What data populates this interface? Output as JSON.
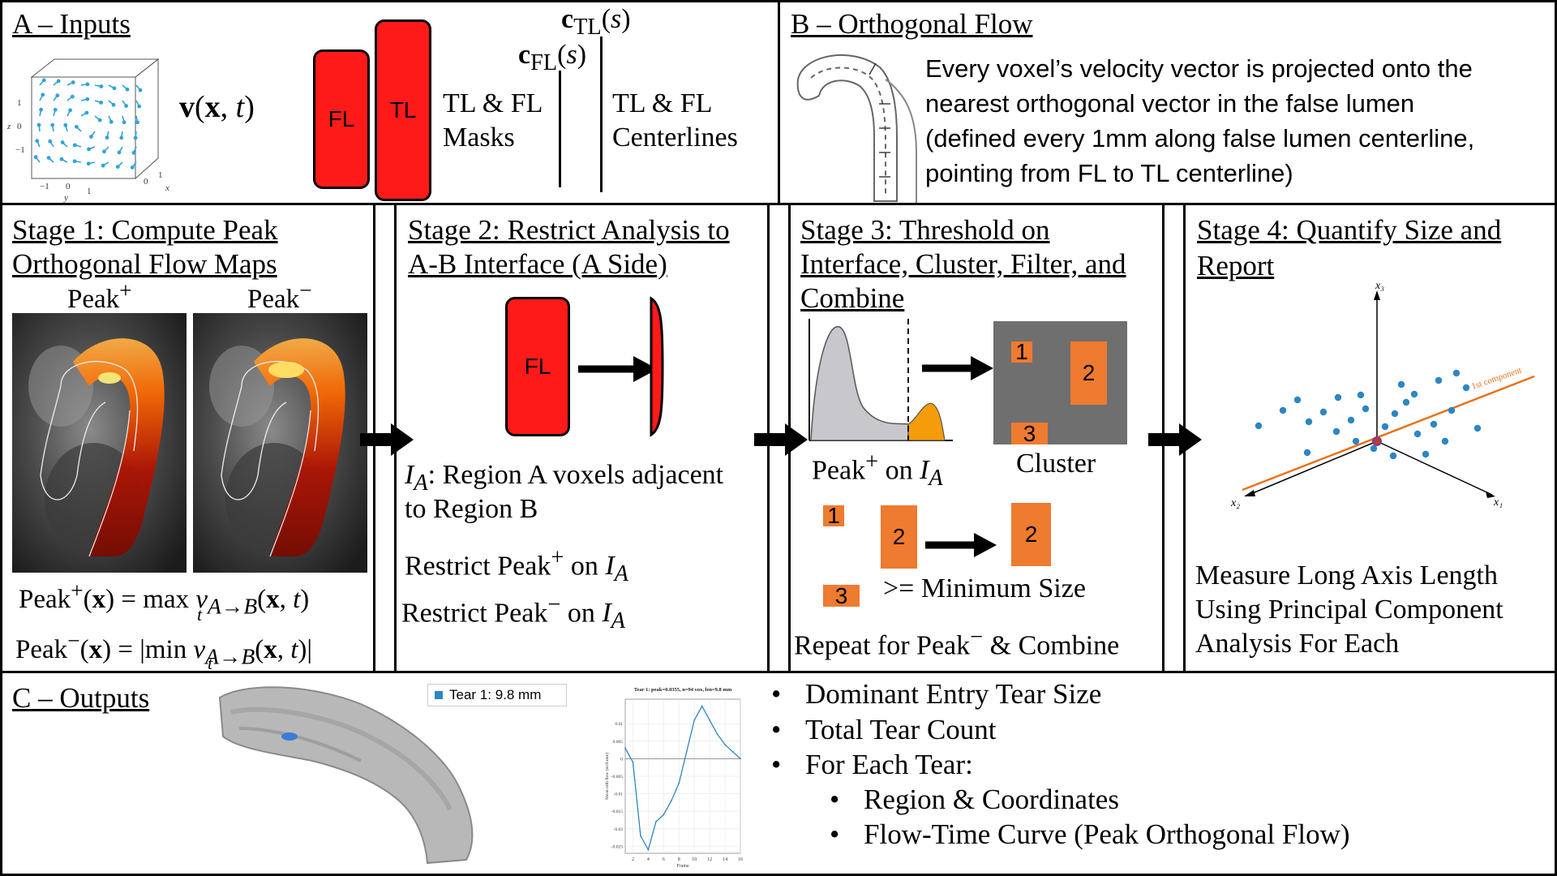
{
  "panelA": {
    "title": "A – Inputs",
    "velocity_label_html": "<b>v</b>(<b>x</b>, <i>t</i>)",
    "fl_box": "FL",
    "tl_box": "TL",
    "masks_label_1": "TL & FL",
    "masks_label_2": "Masks",
    "c_tl_html": "<b>c</b><sub>TL</sub>(<i>s</i>)",
    "c_fl_html": "<b>c</b><sub>FL</sub>(<i>s</i>)",
    "centerlines_label_1": "TL & FL",
    "centerlines_label_2": "Centerlines",
    "plot_ticks": {
      "left": [
        "1",
        "0",
        "−1"
      ],
      "bottom": [
        "−1",
        "0",
        "1"
      ],
      "bottom2": [
        "0",
        "1"
      ],
      "zlabel": "z",
      "ylabel": "y",
      "xlabel": "x"
    }
  },
  "panelB": {
    "title": "B – Orthogonal Flow",
    "lines": [
      "Every voxel’s velocity vector is projected onto the",
      "nearest orthogonal vector in the false lumen",
      "(defined every 1mm along false lumen centerline,",
      "pointing from FL to TL centerline)"
    ]
  },
  "stage1": {
    "title_1": "Stage 1: Compute Peak",
    "title_2": "Orthogonal Flow Maps",
    "peak_plus_html": "Peak<sup>+</sup>",
    "peak_minus_html": "Peak<sup>−</sup>",
    "formula_plus_html": "Peak<sup>+</sup>(<b>x</b>) = max <i>v</i><sub><i>A</i>→<i>B</i></sub>(<b>x</b>, <i>t</i>)",
    "formula_minus_html": "Peak<sup>−</sup>(<b>x</b>) = |min <i>v</i><sub><i>A</i>→<i>B</i></sub>(<b>x</b>, <i>t</i>)|",
    "formula_sub": "t"
  },
  "stage2": {
    "title_1": "Stage 2: Restrict Analysis to",
    "title_2": "A-B Interface (A Side)",
    "fl_box": "FL",
    "ia_line1_html": "<i>I<sub>A</sub></i>:  Region A voxels adjacent",
    "ia_line2": "to Region B",
    "restrict_plus_html": "Restrict Peak<sup>+</sup> on <i>I<sub>A</sub></i>",
    "restrict_minus_html": "Restrict Peak<sup>−</sup> on <i>I<sub>A</sub></i>"
  },
  "stage3": {
    "title_1": "Stage 3: Threshold on",
    "title_2": "Interface, Cluster, Filter, and",
    "title_3": "Combine",
    "hist_label_html": "Peak<sup>+</sup> on <i>I<sub>A</sub></i>",
    "cluster_label": "Cluster",
    "cluster_labels": [
      "1",
      "2",
      "3"
    ],
    "filter_labels": [
      "1",
      "2",
      "3",
      "2"
    ],
    "min_size": ">=  Minimum Size",
    "repeat_html": "Repeat for Peak<sup>−</sup> & Combine"
  },
  "stage4": {
    "title_1": "Stage 4: Quantify Size and",
    "title_2": "Report",
    "component_label": "1st component",
    "axis_x1": "x₁",
    "axis_x2": "x₂",
    "axis_x3": "x₃",
    "measure_1": "Measure Long Axis Length",
    "measure_2": "Using Principal Component",
    "measure_3": "Analysis For Each"
  },
  "panelC": {
    "title": "C –  Outputs",
    "legend": "Tear 1: 9.8 mm",
    "mini_chart_title": "Tear 1: peak=0.0355, n=94 vox, len=9.8 mm",
    "mini_chart_xlabel": "Frame",
    "mini_chart_ylabel": "Mean orth flow (m/frame)",
    "bullets": [
      "Dominant Entry Tear Size",
      "Total Tear Count",
      "For Each Tear:"
    ],
    "sub_bullets": [
      "Region & Coordinates",
      "Flow-Time Curve (Peak Orthogonal Flow)"
    ]
  },
  "colors": {
    "fl_red": "#ff1a1a",
    "cluster_orange": "#ee7b2f",
    "arrow_black": "#000000",
    "scatter_blue": "#2e86c1",
    "pc_line": "#e8711a"
  },
  "chart_data": {
    "type": "line",
    "title": "Tear 1: peak=0.0355, n=94 vox, len=9.8 mm",
    "xlabel": "Frame",
    "ylabel": "Mean orth flow (m/frame)",
    "x": [
      1,
      2,
      3,
      4,
      5,
      6,
      7,
      8,
      9,
      10,
      11,
      12,
      13,
      14,
      15,
      16
    ],
    "y": [
      0.003,
      -0.001,
      -0.022,
      -0.026,
      -0.018,
      -0.016,
      -0.012,
      -0.007,
      0.002,
      0.011,
      0.015,
      0.011,
      0.007,
      0.004,
      0.002,
      0.0
    ],
    "xticks": [
      "2",
      "4",
      "6",
      "8",
      "10",
      "12",
      "14",
      "16"
    ],
    "yticks": [
      "0.01",
      "0.005",
      "0",
      "-0.005",
      "-0.01",
      "-0.015",
      "-0.02",
      "-0.025"
    ],
    "ylim": [
      -0.027,
      0.017
    ]
  }
}
